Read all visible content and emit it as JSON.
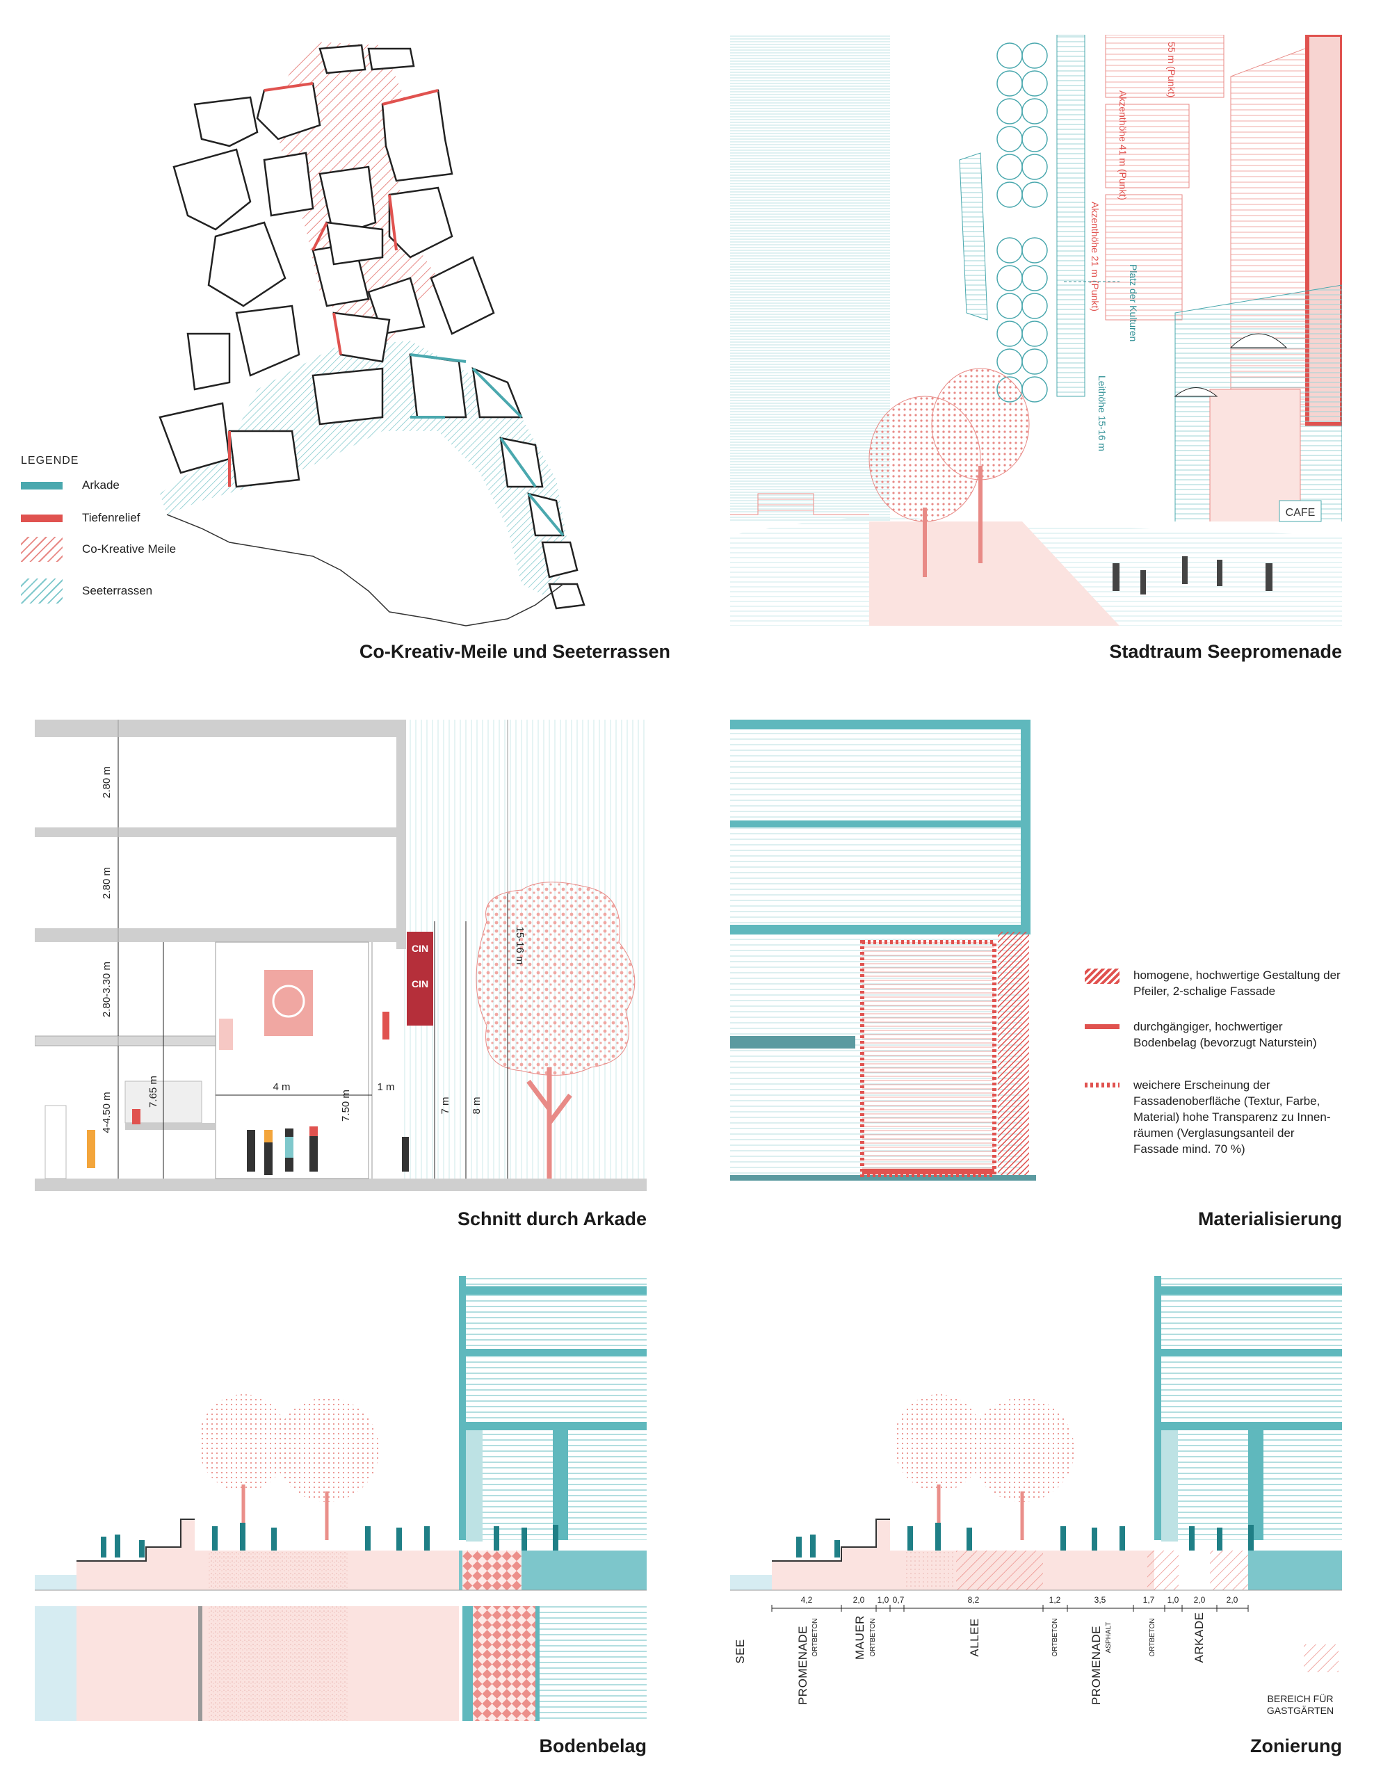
{
  "panels": {
    "p1": {
      "title": "Co-Kreativ-Meile und Seeterrassen",
      "legend": {
        "heading": "LEGENDE",
        "items": [
          {
            "label": "Arkade",
            "swatch": "solid-teal"
          },
          {
            "label": "Tiefenrelief",
            "swatch": "solid-red"
          },
          {
            "label": "Co-Kreative Meile",
            "swatch": "hatch-red"
          },
          {
            "label": "Seeterrassen",
            "swatch": "hatch-teal"
          }
        ]
      }
    },
    "p2": {
      "title": "Stadtraum Seepromenade",
      "annotations": {
        "h55": "55 m (Punkt)",
        "h41": "Akzenthöhe 41 m (Punkt)",
        "h21": "Akzenthöhe 21 m (Punkt)",
        "platz": "Platz der Kulturen",
        "leit": "Leithöhe 15-16 m",
        "cafe": "CAFE"
      }
    },
    "p3": {
      "title": "Schnitt durch Arkade",
      "dims": {
        "d1": "2.80 m",
        "d2": "2.80 m",
        "d3": "2.80-3.30 m",
        "d4": "4-4.50 m",
        "d5": "7.65 m",
        "d6": "4 m",
        "d7": "7.50 m",
        "d8": "1 m",
        "d9": "7 m",
        "d10": "8 m",
        "d11": "15-16 m"
      },
      "signs": {
        "s1": "CIN",
        "s2": "CIN"
      }
    },
    "p4": {
      "title": "Materialisierung",
      "legend": [
        {
          "label": "homogene, hochwertige Gestaltung der Pfeiler, 2-schalige Fassade",
          "swatch": "hatch-red"
        },
        {
          "label": "durchgängiger, hochwertiger Bodenbelag (bevorzugt Naturstein)",
          "swatch": "solid-red"
        },
        {
          "label": "weichere Erscheinung der Fassadenoberfläche (Textur, Farbe, Material) hohe Transparenz zu Innen-räumen (Verglasungsanteil der Fassade mind. 70 %)",
          "swatch": "dashed-red"
        }
      ]
    },
    "p5": {
      "title": "Bodenbelag"
    },
    "p6": {
      "title": "Zonierung",
      "dims": [
        "4,2",
        "2,0",
        "1,0",
        "0,7",
        "8,2",
        "1,2",
        "3,5",
        "1,7",
        "1,0",
        "2,0",
        "2,0"
      ],
      "zones": {
        "see": "SEE",
        "prom1": "PROMENADE",
        "prom1sub": "ORTBETON",
        "mauer": "MAUER",
        "mauersub": "ORTBETON",
        "allee": "ALLEE",
        "ort1": "ORTBETON",
        "prom2": "PROMENADE",
        "prom2sub": "ASPHALT",
        "ort2": "ORTBETON",
        "arkade": "ARKADE"
      },
      "legend": {
        "line1": "BEREICH FÜR",
        "line2": "GASTGÄRTEN"
      }
    }
  },
  "colors": {
    "teal": "#5fb8bd",
    "red": "#e0524f",
    "lightred": "#f6c8c4",
    "palepink": "#fbe3e0",
    "lightteal": "#cfe9ea",
    "paleblue": "#e3f2f5"
  }
}
